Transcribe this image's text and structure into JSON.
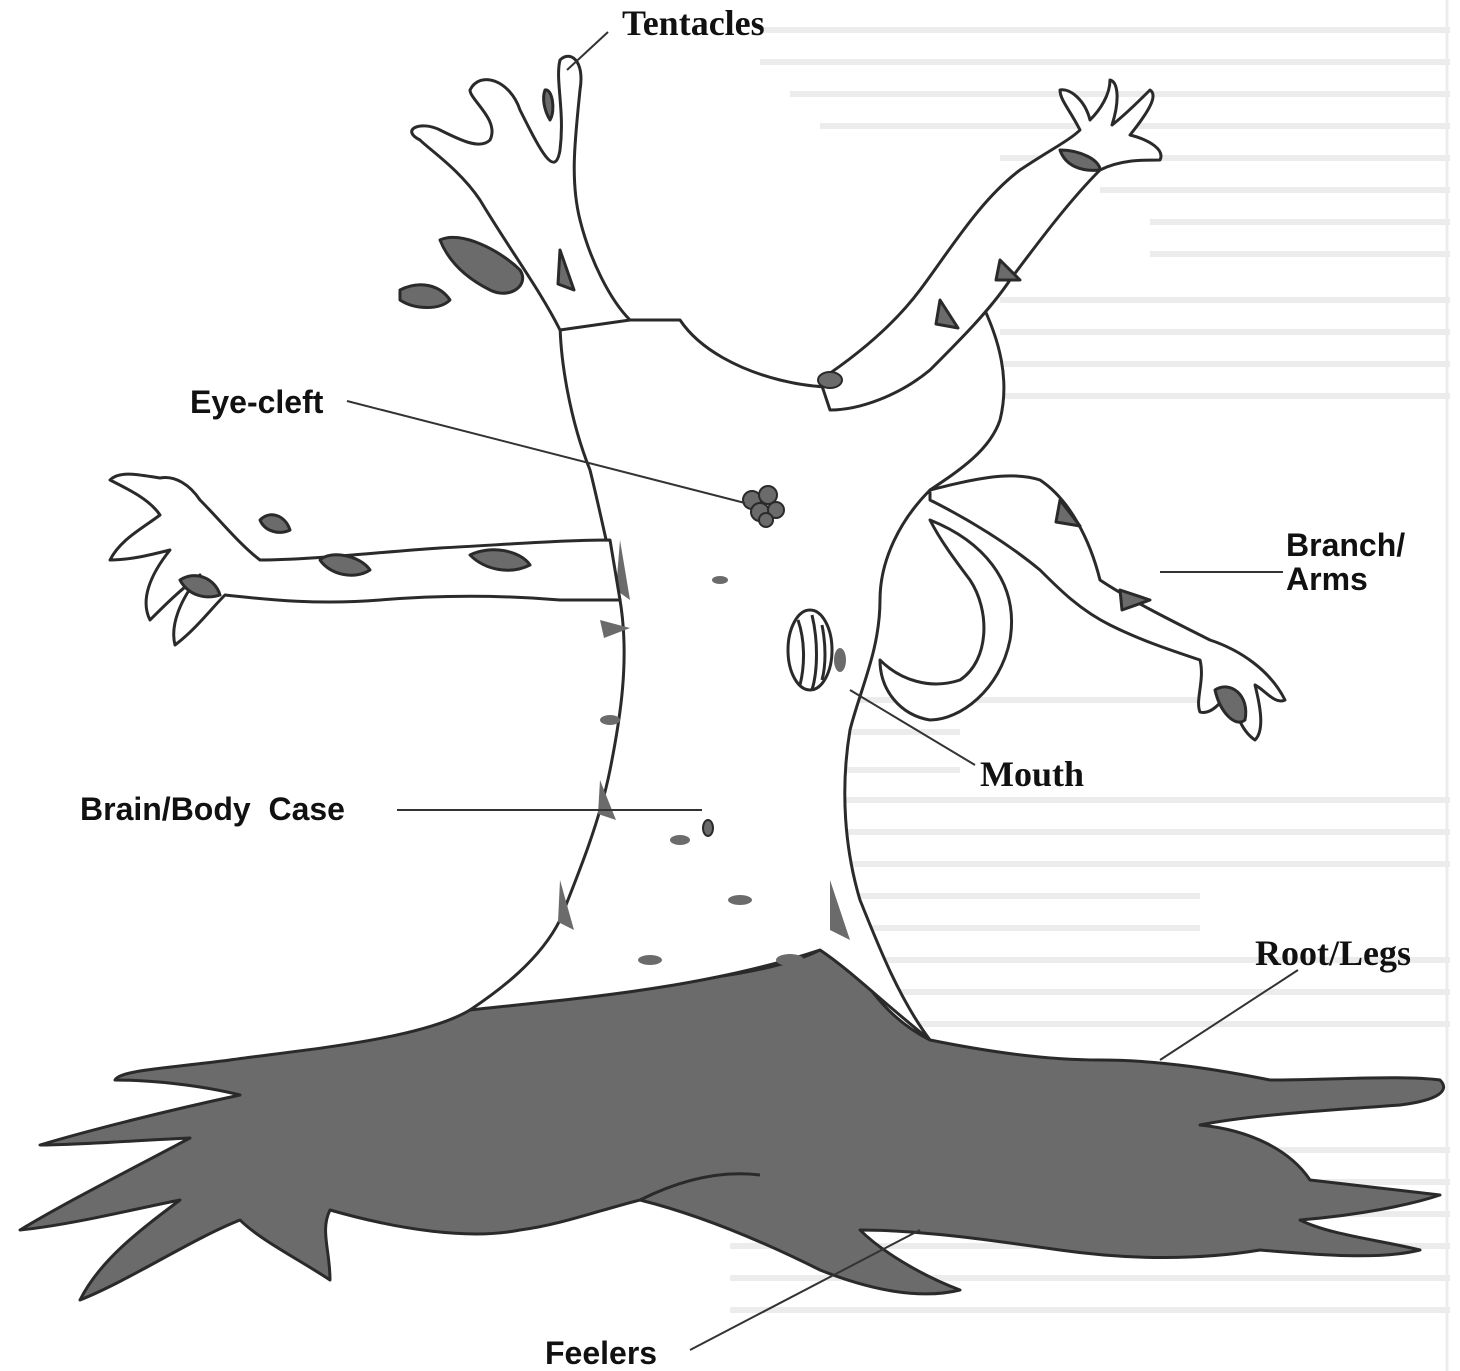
{
  "labels": {
    "tentacles": "Tentacles",
    "eye_cleft": "Eye-cleft",
    "branch_arms_line1": "Branch/",
    "branch_arms_line2": "Arms",
    "mouth": "Mouth",
    "brain_body_case": "Brain/Body  Case",
    "root_legs": "Root/Legs",
    "feelers": "Feelers"
  },
  "colors": {
    "ink": "#6b6b6b",
    "ink_dark": "#555555",
    "outline": "#2a2a2a",
    "label_text": "#111111",
    "leader": "#333333",
    "bleed_text": "#cfcfcf"
  }
}
